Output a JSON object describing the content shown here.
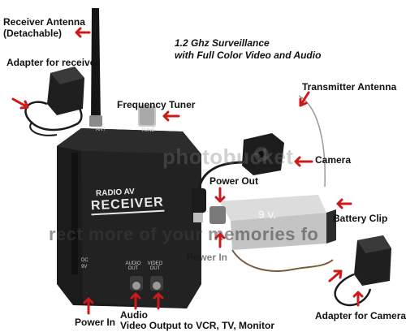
{
  "labels": {
    "receiver_antenna": "Receiver Antenna",
    "detachable": "(Detachable)",
    "headline_line1": "1.2 Ghz Surveillance",
    "headline_line2": "with Full Color Video and Audio",
    "adapter_receiver": "Adapter for receiver",
    "transmitter_antenna": "Transmitter Antenna",
    "frequency_tuner": "Frequency Tuner",
    "camera": "Camera",
    "power_out": "Power Out",
    "battery_clip": "Battery Clip",
    "power_in_receiver": "Power In",
    "power_in_camera": "Power In",
    "audio": "Audio",
    "video_output": "Video Output to VCR, TV, Monitor",
    "adapter_camera": "Adapter for Camera"
  },
  "device_text": {
    "ant": "ANT",
    "tune": "TUNE",
    "radio_av": "RADIO AV",
    "receiver": "RECEIVER",
    "dc": "DC",
    "nine_v": "9V",
    "audio_out": "AUDIO OUT",
    "video_out": "VIDEO OUT",
    "battery": "9 v."
  },
  "watermark": {
    "top": "photobucket",
    "bottom": "rect more of your memories fo"
  },
  "colors": {
    "arrow": "#cc1a1a",
    "device": "#1b1b1b",
    "metal": "#b9b9b9",
    "label": "#111111"
  }
}
